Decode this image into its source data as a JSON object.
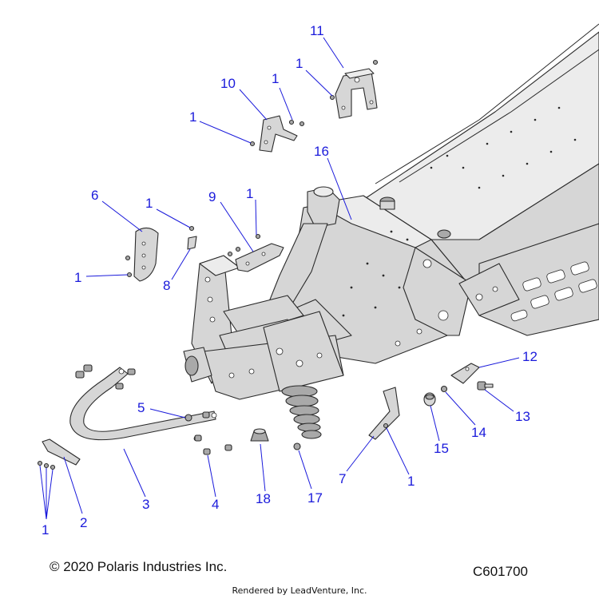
{
  "callouts": [
    {
      "id": "c11",
      "label": "11"
    },
    {
      "id": "c1a",
      "label": "1"
    },
    {
      "id": "c10",
      "label": "10"
    },
    {
      "id": "c1b",
      "label": "1"
    },
    {
      "id": "c1c",
      "label": "1"
    },
    {
      "id": "c16",
      "label": "16"
    },
    {
      "id": "c6",
      "label": "6"
    },
    {
      "id": "c1d",
      "label": "1"
    },
    {
      "id": "c9",
      "label": "9"
    },
    {
      "id": "c1e",
      "label": "1"
    },
    {
      "id": "c8",
      "label": "8"
    },
    {
      "id": "c1f",
      "label": "1"
    },
    {
      "id": "c12",
      "label": "12"
    },
    {
      "id": "c5",
      "label": "5"
    },
    {
      "id": "c13",
      "label": "13"
    },
    {
      "id": "c14",
      "label": "14"
    },
    {
      "id": "c15",
      "label": "15"
    },
    {
      "id": "c7",
      "label": "7"
    },
    {
      "id": "c1g",
      "label": "1"
    },
    {
      "id": "c3",
      "label": "3"
    },
    {
      "id": "c4",
      "label": "4"
    },
    {
      "id": "c18",
      "label": "18"
    },
    {
      "id": "c17",
      "label": "17"
    },
    {
      "id": "c2",
      "label": "2"
    },
    {
      "id": "c1h",
      "label": "1"
    }
  ],
  "footer": {
    "copyright": "© 2020 Polaris Industries Inc.",
    "diagram_code": "C601700",
    "credit": "Rendered by LeadVenture, Inc."
  },
  "colors": {
    "callout": "#1a1adb",
    "part_fill": "#d6d6d6",
    "outline": "#2a2a2a"
  }
}
